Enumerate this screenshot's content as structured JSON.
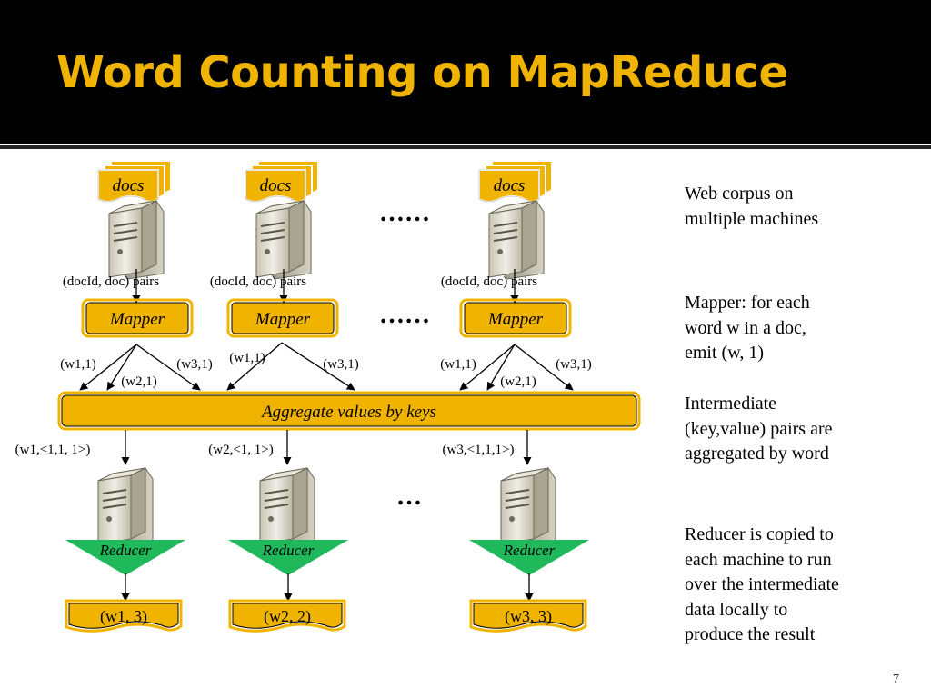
{
  "slide": {
    "title": "Word Counting on MapReduce",
    "page_number": "7"
  },
  "colors": {
    "title": "#f0b400",
    "box_fill": "#f0b400",
    "reducer_fill": "#1fb85a",
    "background_header": "#000000"
  },
  "icons": [
    "server-icon"
  ],
  "diagram": {
    "docs_label": "docs",
    "mapper_label": "Mapper",
    "reducer_label": "Reducer",
    "aggregate_label": "Aggregate values by keys",
    "ellipsis_long": "……",
    "ellipsis_short": "…",
    "columns": [
      {
        "pairs_label": "(docId, doc)  pairs",
        "emit_left": "(w1,1)",
        "emit_mid": "(w2,1)",
        "emit_right": "(w3,1)",
        "grouped": "(w1,<1,1, 1>)",
        "result": "(w1, 3)"
      },
      {
        "pairs_label": "(docId, doc)  pairs",
        "emit_left": "(w1,1)",
        "emit_right": "(w3,1)",
        "grouped": "(w2,<1, 1>)",
        "result": "(w2, 2)"
      },
      {
        "pairs_label": "(docId, doc) pairs",
        "emit_left": "(w1,1)",
        "emit_mid": "(w2,1)",
        "emit_right": "(w3,1)",
        "grouped": "(w3,<1,1,1>)",
        "result": "(w3, 3)"
      }
    ]
  },
  "sidebar": {
    "corpus": [
      "Web corpus on",
      "multiple machines"
    ],
    "mapper": [
      "Mapper: for each",
      "word w in a doc,",
      "emit (w, 1)"
    ],
    "intermediate": [
      "Intermediate",
      "(key,value) pairs are",
      "aggregated by word"
    ],
    "reducer": [
      "Reducer is copied to",
      "each machine to run",
      "over the intermediate",
      "data locally to",
      "produce the result"
    ]
  }
}
